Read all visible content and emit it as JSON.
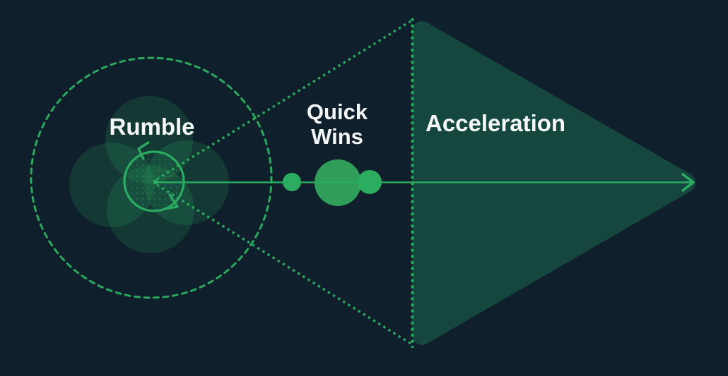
{
  "diagram": {
    "type": "process-flow",
    "direction": "left-to-right",
    "stages": [
      {
        "id": "rumble",
        "label": "Rumble",
        "shape": "dashed-circle-cluster"
      },
      {
        "id": "quick-wins",
        "label": "Quick\nWins",
        "shape": "three-dots"
      },
      {
        "id": "acceleration",
        "label": "Acceleration",
        "shape": "right-pointing-triangle"
      }
    ]
  },
  "icons": {
    "cycle": "cycle-arrow-icon",
    "flow": "right-arrow-icon"
  },
  "colors": {
    "background": "#0f1f2c",
    "accent": "#2bac60",
    "accent_dim": "#2aa95c",
    "triangle": "#15473f",
    "petal": "rgba(42,170,95,0.19)",
    "big_circle": "#2f9e58",
    "text": "#f4f7f6"
  }
}
